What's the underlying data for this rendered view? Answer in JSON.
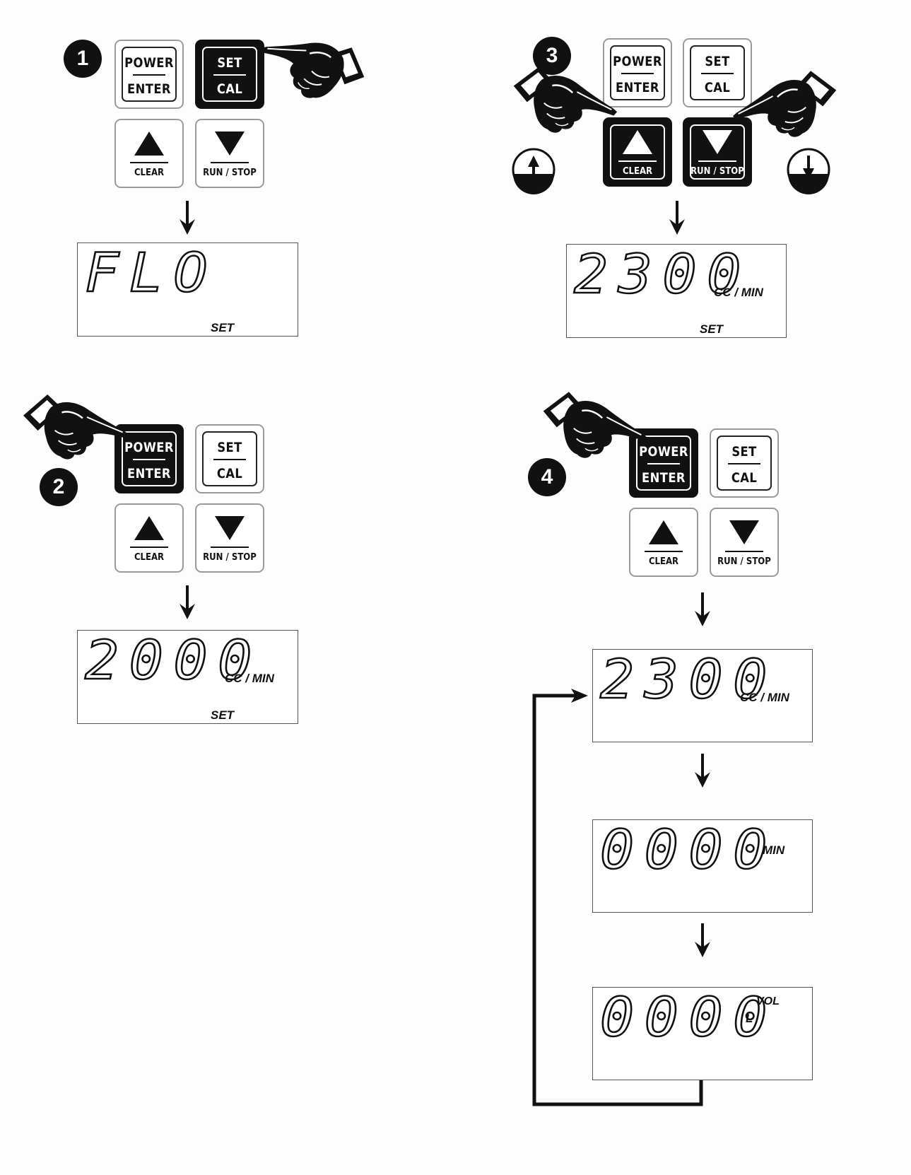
{
  "steps": [
    {
      "badge": "1",
      "keys": [
        {
          "top": "POWER",
          "bottom": "ENTER"
        },
        {
          "top": "SET",
          "bottom": "CAL"
        },
        {
          "icon": "up-triangle-icon",
          "label": "CLEAR"
        },
        {
          "icon": "down-triangle-icon",
          "label": "RUN / STOP"
        }
      ],
      "pressed": [
        "set-cal"
      ],
      "display": {
        "digits": "FLO",
        "unit": "",
        "mode": "SET"
      }
    },
    {
      "badge": "2",
      "keys": [
        {
          "top": "POWER",
          "bottom": "ENTER"
        },
        {
          "top": "SET",
          "bottom": "CAL"
        },
        {
          "icon": "up-triangle-icon",
          "label": "CLEAR"
        },
        {
          "icon": "down-triangle-icon",
          "label": "RUN / STOP"
        }
      ],
      "pressed": [
        "power-enter"
      ],
      "display": {
        "digits": "2000",
        "unit": "CC / MIN",
        "mode": "SET"
      }
    },
    {
      "badge": "3",
      "keys": [
        {
          "top": "POWER",
          "bottom": "ENTER"
        },
        {
          "top": "SET",
          "bottom": "CAL"
        },
        {
          "icon": "up-triangle-icon",
          "label": "CLEAR"
        },
        {
          "icon": "down-triangle-icon",
          "label": "RUN / STOP"
        }
      ],
      "pressed": [
        "up-clear",
        "down-run-stop"
      ],
      "display": {
        "digits": "2300",
        "unit": "CC / MIN",
        "mode": "SET"
      }
    },
    {
      "badge": "4",
      "keys": [
        {
          "top": "POWER",
          "bottom": "ENTER"
        },
        {
          "top": "SET",
          "bottom": "CAL"
        },
        {
          "icon": "up-triangle-icon",
          "label": "CLEAR"
        },
        {
          "icon": "down-triangle-icon",
          "label": "RUN / STOP"
        }
      ],
      "pressed": [
        "power-enter"
      ],
      "display_cycle": [
        {
          "digits": "2300",
          "unit": "CC / MIN"
        },
        {
          "digits": "0000",
          "unit": "MIN"
        },
        {
          "digits": "0000",
          "unit": "L",
          "unit_sup": "VOL"
        }
      ]
    }
  ],
  "icons": {
    "pointing-hand": "pointing-hand-icon",
    "step-arrow": "down-arrow-icon",
    "increase": "circle-up-arrow-icon",
    "decrease": "circle-down-arrow-icon",
    "loop": "loop-back-arrow-icon"
  },
  "colors": {
    "ink": "#111111",
    "key_border": "#9a9a9a",
    "background": "#fdfdfd"
  }
}
